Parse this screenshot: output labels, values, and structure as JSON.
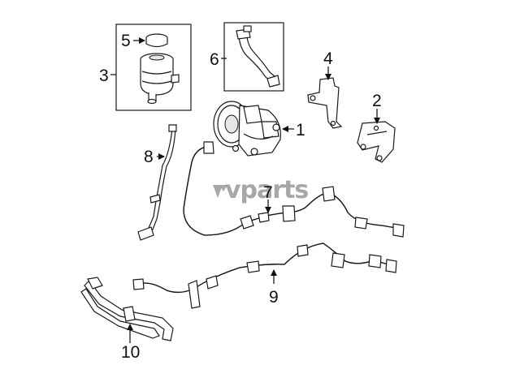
{
  "watermark": {
    "text": "vparts"
  },
  "callouts": [
    "1",
    "2",
    "3",
    "4",
    "5",
    "6",
    "7",
    "8",
    "9",
    "10"
  ]
}
